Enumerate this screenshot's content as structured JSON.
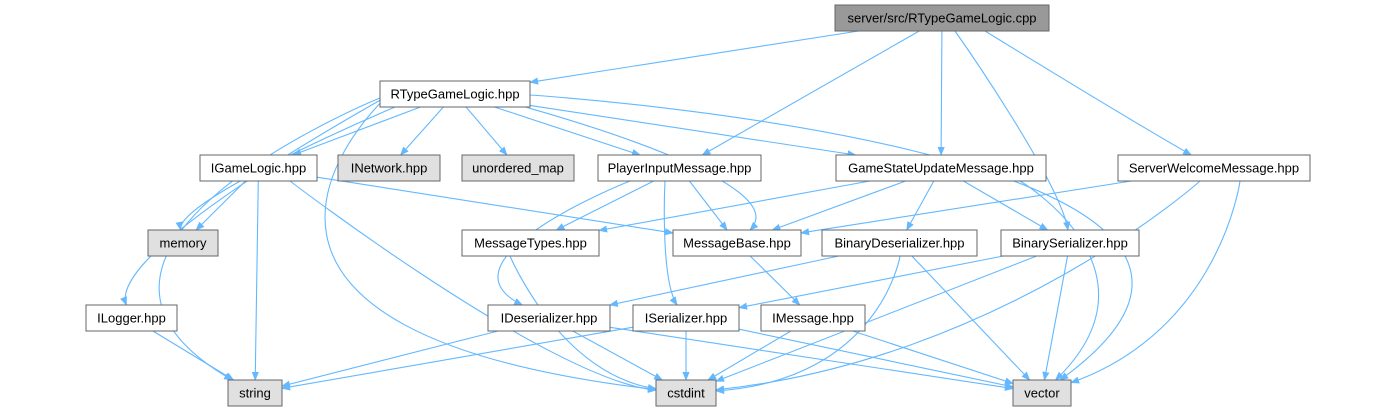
{
  "colors": {
    "edge": "#63b8ff",
    "border": "#666666",
    "root_fill": "#999999",
    "system_fill": "#e0e0e0",
    "node_fill": "#ffffff"
  },
  "nodes": [
    {
      "id": "root",
      "label": "server/src/RTypeGameLogic.cpp",
      "kind": "root"
    },
    {
      "id": "rtgl",
      "label": "RTypeGameLogic.hpp",
      "kind": "file"
    },
    {
      "id": "igl",
      "label": "IGameLogic.hpp",
      "kind": "file"
    },
    {
      "id": "inet",
      "label": "INetwork.hpp",
      "kind": "system"
    },
    {
      "id": "umap",
      "label": "unordered_map",
      "kind": "system"
    },
    {
      "id": "pim",
      "label": "PlayerInputMessage.hpp",
      "kind": "file"
    },
    {
      "id": "gsum",
      "label": "GameStateUpdateMessage.hpp",
      "kind": "file"
    },
    {
      "id": "swm",
      "label": "ServerWelcomeMessage.hpp",
      "kind": "file"
    },
    {
      "id": "mem",
      "label": "memory",
      "kind": "system"
    },
    {
      "id": "mt",
      "label": "MessageTypes.hpp",
      "kind": "file"
    },
    {
      "id": "mb",
      "label": "MessageBase.hpp",
      "kind": "file"
    },
    {
      "id": "bd",
      "label": "BinaryDeserializer.hpp",
      "kind": "file"
    },
    {
      "id": "bs",
      "label": "BinarySerializer.hpp",
      "kind": "file"
    },
    {
      "id": "ilog",
      "label": "ILogger.hpp",
      "kind": "file"
    },
    {
      "id": "ides",
      "label": "IDeserializer.hpp",
      "kind": "file"
    },
    {
      "id": "iser",
      "label": "ISerializer.hpp",
      "kind": "file"
    },
    {
      "id": "imsg",
      "label": "IMessage.hpp",
      "kind": "file"
    },
    {
      "id": "str",
      "label": "string",
      "kind": "system"
    },
    {
      "id": "cint",
      "label": "cstdint",
      "kind": "system"
    },
    {
      "id": "vec",
      "label": "vector",
      "kind": "system"
    }
  ],
  "edges": [
    [
      "root",
      "rtgl"
    ],
    [
      "root",
      "pim"
    ],
    [
      "root",
      "gsum"
    ],
    [
      "root",
      "bs"
    ],
    [
      "root",
      "swm"
    ],
    [
      "rtgl",
      "igl"
    ],
    [
      "rtgl",
      "inet"
    ],
    [
      "rtgl",
      "umap"
    ],
    [
      "rtgl",
      "pim"
    ],
    [
      "rtgl",
      "gsum"
    ],
    [
      "rtgl",
      "mem"
    ],
    [
      "rtgl",
      "mb"
    ],
    [
      "rtgl",
      "ilog"
    ],
    [
      "rtgl",
      "str"
    ],
    [
      "rtgl",
      "cint"
    ],
    [
      "rtgl",
      "vec"
    ],
    [
      "igl",
      "mem"
    ],
    [
      "igl",
      "mb"
    ],
    [
      "igl",
      "str"
    ],
    [
      "igl",
      "cint"
    ],
    [
      "pim",
      "mt"
    ],
    [
      "pim",
      "mb"
    ],
    [
      "pim",
      "ides"
    ],
    [
      "pim",
      "iser"
    ],
    [
      "gsum",
      "mt"
    ],
    [
      "gsum",
      "mb"
    ],
    [
      "gsum",
      "bd"
    ],
    [
      "gsum",
      "bs"
    ],
    [
      "gsum",
      "vec"
    ],
    [
      "swm",
      "mb"
    ],
    [
      "swm",
      "cint"
    ],
    [
      "swm",
      "vec"
    ],
    [
      "mt",
      "cint"
    ],
    [
      "mb",
      "imsg"
    ],
    [
      "bd",
      "ides"
    ],
    [
      "bd",
      "cint"
    ],
    [
      "bd",
      "vec"
    ],
    [
      "bs",
      "iser"
    ],
    [
      "bs",
      "cint"
    ],
    [
      "bs",
      "vec"
    ],
    [
      "ilog",
      "str"
    ],
    [
      "ides",
      "str"
    ],
    [
      "ides",
      "cint"
    ],
    [
      "ides",
      "vec"
    ],
    [
      "iser",
      "str"
    ],
    [
      "iser",
      "cint"
    ],
    [
      "iser",
      "vec"
    ],
    [
      "imsg",
      "cint"
    ],
    [
      "imsg",
      "vec"
    ]
  ]
}
